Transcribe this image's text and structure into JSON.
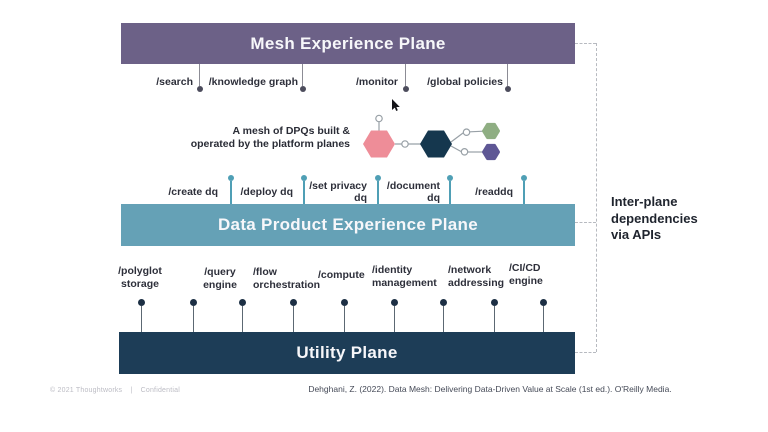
{
  "slide_title": "Data Mesh platform planes diagram",
  "colors": {
    "mesh_plane_bar": "#6c6187",
    "product_plane_bar": "#65a1b6",
    "utility_plane_bar": "#1d3d57",
    "pink_node": "#ee8d98",
    "navy_node": "#15374e",
    "green_node": "#8fae83",
    "purple_node": "#5e5795",
    "connector": "#98a0a6",
    "cursor": "#15151a"
  },
  "mesh_plane": {
    "title": "Mesh Experience Plane",
    "apis": [
      {
        "label": "/search"
      },
      {
        "label": "/knowledge graph"
      },
      {
        "label": "/monitor"
      },
      {
        "label": "/global policies"
      }
    ]
  },
  "dpq_note": "A mesh of DPQs built &\noperated by the platform planes",
  "product_plane": {
    "title": "Data Product Experience Plane",
    "apis": [
      {
        "label": "/create dq"
      },
      {
        "label": "/deploy dq"
      },
      {
        "label": "/set privacy\ndq"
      },
      {
        "label": "/document\ndq"
      },
      {
        "label": "/readdq"
      }
    ]
  },
  "utility_plane": {
    "title": "Utility Plane",
    "apis": [
      {
        "label": "/polyglot\nstorage"
      },
      {
        "label": "/query\nengine"
      },
      {
        "label": "/flow\norchestration"
      },
      {
        "label": "/compute"
      },
      {
        "label": "/identity\nmanagement"
      },
      {
        "label": "/network\naddressing"
      },
      {
        "label": "/CI/CD\nengine"
      }
    ]
  },
  "annotation": "Inter-plane\ndependencies\nvia APIs",
  "footer": {
    "copyright": "© 2021 Thoughtworks",
    "divider": "|",
    "confidential": "Confidential",
    "citation": "Dehghani, Z. (2022). Data Mesh: Delivering Data-Driven Value at Scale (1st ed.). O'Reilly Media."
  }
}
